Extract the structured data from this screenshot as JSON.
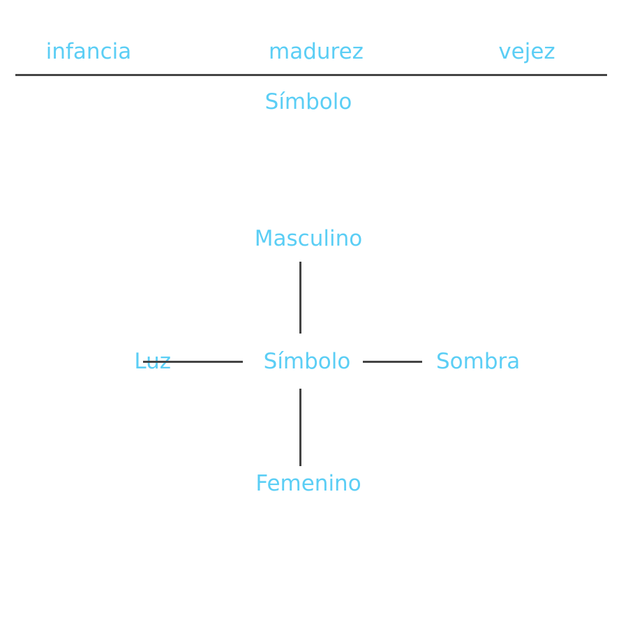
{
  "page": {
    "background_color": "#ffffff",
    "text_color": "#5bcef5",
    "line_color": "#444444"
  },
  "header": {
    "stages": [
      {
        "label": "infancia"
      },
      {
        "label": "madurez"
      },
      {
        "label": "vejez"
      }
    ],
    "subtitle": "Símbolo"
  },
  "diagram": {
    "center": "Símbolo",
    "top": "Masculino",
    "bottom": "Femenino",
    "left": "Luz",
    "right": "Sombra"
  },
  "chart_data": {
    "type": "diagram",
    "title": "Símbolo",
    "layout": "cross",
    "axis_timeline": {
      "label": "Símbolo",
      "stages": [
        "infancia",
        "madurez",
        "vejez"
      ],
      "rule": true
    },
    "nodes": [
      {
        "id": "center",
        "label": "Símbolo",
        "position": "center"
      },
      {
        "id": "top",
        "label": "Masculino",
        "position": "top"
      },
      {
        "id": "bottom",
        "label": "Femenino",
        "position": "bottom"
      },
      {
        "id": "left",
        "label": "Luz",
        "position": "left"
      },
      {
        "id": "right",
        "label": "Sombra",
        "position": "right"
      }
    ],
    "edges": [
      {
        "from": "center",
        "to": "top",
        "style": "line"
      },
      {
        "from": "center",
        "to": "bottom",
        "style": "line"
      },
      {
        "from": "center",
        "to": "left",
        "style": "line"
      },
      {
        "from": "center",
        "to": "right",
        "style": "line"
      }
    ]
  }
}
